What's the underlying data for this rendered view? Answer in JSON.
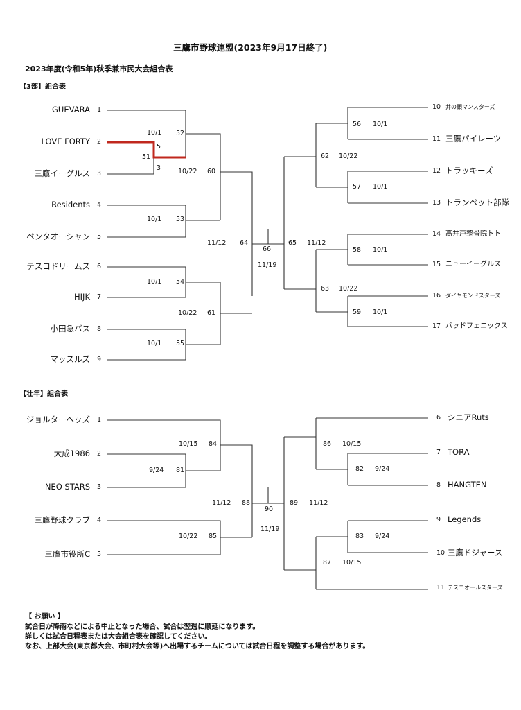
{
  "header": {
    "title": "三鷹市野球連盟(2023年9月17日終了)",
    "subtitle": "2023年度(令和5年)秋季兼市民大会組合表"
  },
  "div3": {
    "heading": "【3部】組合表",
    "left_teams": [
      {
        "name": "GUEVARA",
        "seed": "1"
      },
      {
        "name": "LOVE FORTY",
        "seed": "2"
      },
      {
        "name": "三鷹イーグルス",
        "seed": "3"
      },
      {
        "name": "Residents",
        "seed": "4"
      },
      {
        "name": "ペンタオーシャン",
        "seed": "5"
      },
      {
        "name": "テスコドリームス",
        "seed": "6"
      },
      {
        "name": "HIJK",
        "seed": "7"
      },
      {
        "name": "小田急バス",
        "seed": "8"
      },
      {
        "name": "マッスルズ",
        "seed": "9"
      }
    ],
    "right_teams": [
      {
        "name": "井の頭マンスターズ",
        "seed": "10"
      },
      {
        "name": "三鷹パイレーツ",
        "seed": "11"
      },
      {
        "name": "トラッキーズ",
        "seed": "12"
      },
      {
        "name": "トランペット部隊",
        "seed": "13"
      },
      {
        "name": "高井戸整骨院トト",
        "seed": "14"
      },
      {
        "name": "ニューイーグルス",
        "seed": "15"
      },
      {
        "name": "ダイヤモンドスターズ",
        "seed": "16"
      },
      {
        "name": "バッドフェニックス",
        "seed": "17"
      }
    ],
    "games": {
      "g51": {
        "no": "51",
        "date": "10/1"
      },
      "g52": {
        "no": "52",
        "date": "10/22"
      },
      "g53": {
        "no": "53",
        "date": "10/1"
      },
      "g54": {
        "no": "54",
        "date": "10/1"
      },
      "g55": {
        "no": "55",
        "date": "10/1"
      },
      "g60": {
        "no": "60"
      },
      "g61": {
        "no": "61",
        "date": "10/22"
      },
      "g64": {
        "no": "64",
        "date": "11/12"
      },
      "g66": {
        "no": "66",
        "date": "11/19"
      },
      "g65": {
        "no": "65",
        "date": "11/12"
      },
      "g56": {
        "no": "56",
        "date": "10/1"
      },
      "g57": {
        "no": "57",
        "date": "10/1"
      },
      "g58": {
        "no": "58",
        "date": "10/1"
      },
      "g59": {
        "no": "59",
        "date": "10/1"
      },
      "g62": {
        "no": "62",
        "date": "10/22"
      },
      "g63": {
        "no": "63",
        "date": "10/22"
      }
    },
    "scores": {
      "love_forty": "5",
      "eagles": "3"
    }
  },
  "senior": {
    "heading": "【壮年】組合表",
    "left_teams": [
      {
        "name": "ジョルターヘッズ",
        "seed": "1"
      },
      {
        "name": "大成1986",
        "seed": "2"
      },
      {
        "name": "NEO STARS",
        "seed": "3"
      },
      {
        "name": "三鷹野球クラブ",
        "seed": "4"
      },
      {
        "name": "三鷹市役所C",
        "seed": "5"
      }
    ],
    "right_teams": [
      {
        "name": "シニアRuts",
        "seed": "6"
      },
      {
        "name": "TORA",
        "seed": "7"
      },
      {
        "name": "HANGTEN",
        "seed": "8"
      },
      {
        "name": "Legends",
        "seed": "9"
      },
      {
        "name": "三鷹ドジャース",
        "seed": "10"
      },
      {
        "name": "テスコオールスターズ",
        "seed": "11"
      }
    ],
    "games": {
      "g81": {
        "no": "81",
        "date": "9/24"
      },
      "g84": {
        "no": "84",
        "date": "10/15"
      },
      "g85": {
        "no": "85",
        "date": "10/22"
      },
      "g88": {
        "no": "88",
        "date": "11/12"
      },
      "g90": {
        "no": "90",
        "date": "11/19"
      },
      "g89": {
        "no": "89",
        "date": "11/12"
      },
      "g86": {
        "no": "86",
        "date": "10/15"
      },
      "g82": {
        "no": "82",
        "date": "9/24"
      },
      "g83": {
        "no": "83",
        "date": "9/24"
      },
      "g87": {
        "no": "87",
        "date": "10/15"
      }
    }
  },
  "notice": {
    "heading": "【 お願い 】",
    "lines": [
      "試合日が降雨などによる中止となった場合、試合は翌週に順延になります。",
      "詳しくは試合日程表または大会組合表を確認してください。",
      "なお、上部大会(東京都大会、市町村大会等)へ出場するチームについては試合日程を調整する場合があります。"
    ]
  },
  "colors": {
    "line": "#333333",
    "winner": "#c0281e"
  }
}
